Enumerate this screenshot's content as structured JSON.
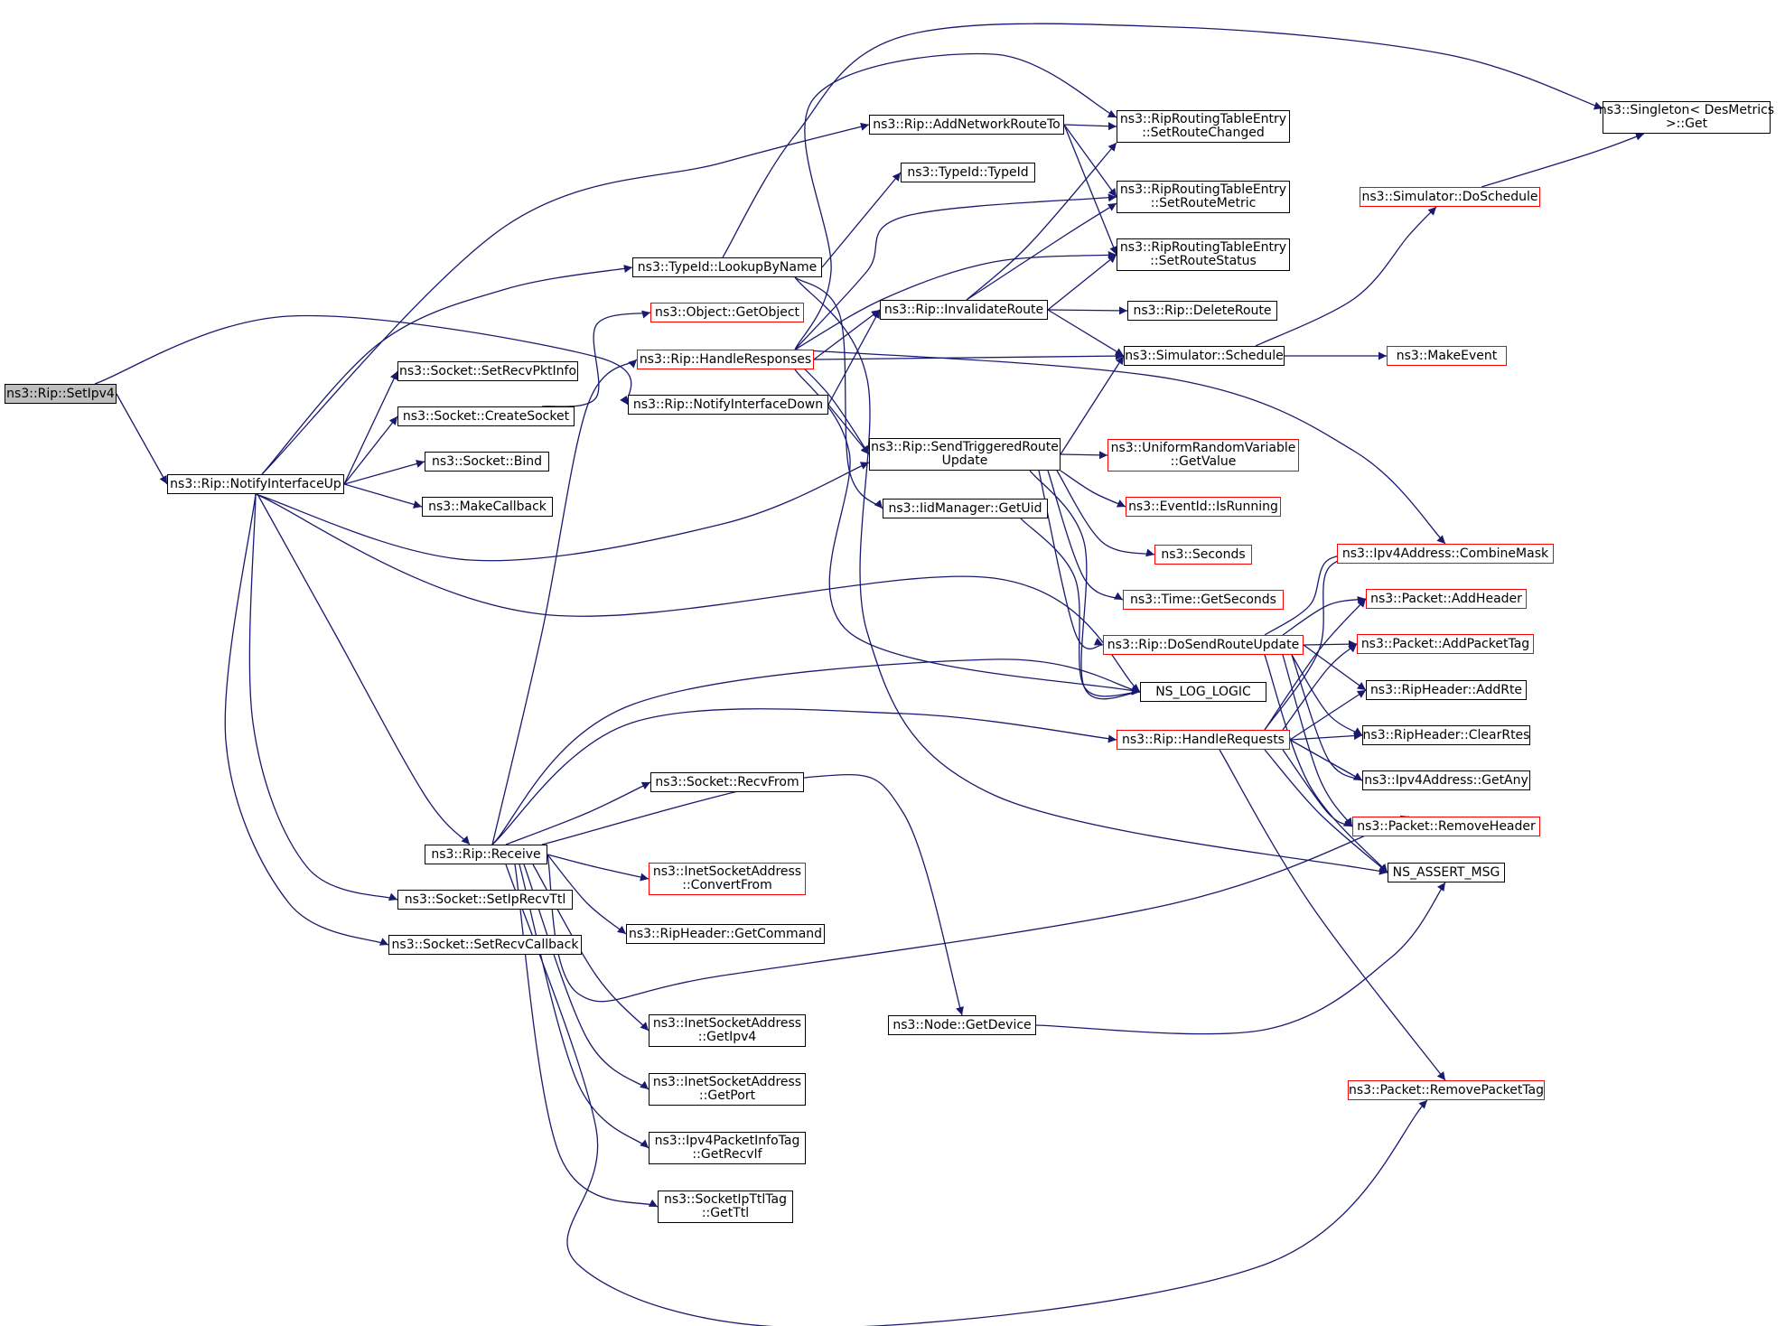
{
  "diagram": {
    "colors": {
      "edge": "#191970",
      "node_border": "#000000",
      "node_border_incomplete": "#ff0000",
      "root_fill": "#bfbfbf"
    },
    "nodes": {
      "setipv4": {
        "lines": [
          "ns3::Rip::SetIpv4"
        ],
        "border": "black",
        "root": true
      },
      "notifyup": {
        "lines": [
          "ns3::Rip::NotifyInterfaceUp"
        ],
        "border": "black"
      },
      "notifydown": {
        "lines": [
          "ns3::Rip::NotifyInterfaceDown"
        ],
        "border": "black"
      },
      "addnet": {
        "lines": [
          "ns3::Rip::AddNetworkRouteTo"
        ],
        "border": "black"
      },
      "typeid": {
        "lines": [
          "ns3::TypeId::TypeId"
        ],
        "border": "black"
      },
      "lookup": {
        "lines": [
          "ns3::TypeId::LookupByName"
        ],
        "border": "black"
      },
      "getobject": {
        "lines": [
          "ns3::Object::GetObject"
        ],
        "border": "red"
      },
      "handleresp": {
        "lines": [
          "ns3::Rip::HandleResponses"
        ],
        "border": "red"
      },
      "setrecvpkt": {
        "lines": [
          "ns3::Socket::SetRecvPktInfo"
        ],
        "border": "black"
      },
      "createsock": {
        "lines": [
          "ns3::Socket::CreateSocket"
        ],
        "border": "black"
      },
      "bind": {
        "lines": [
          "ns3::Socket::Bind"
        ],
        "border": "black"
      },
      "makecb": {
        "lines": [
          "ns3::MakeCallback"
        ],
        "border": "black"
      },
      "invalidate": {
        "lines": [
          "ns3::Rip::InvalidateRoute"
        ],
        "border": "black"
      },
      "sendtrig": {
        "lines": [
          "ns3::Rip::SendTriggeredRoute",
          "Update"
        ],
        "border": "black"
      },
      "iidget": {
        "lines": [
          "ns3::IidManager::GetUid"
        ],
        "border": "black"
      },
      "setchanged": {
        "lines": [
          "ns3::RipRoutingTableEntry",
          "::SetRouteChanged"
        ],
        "border": "black"
      },
      "setmetric": {
        "lines": [
          "ns3::RipRoutingTableEntry",
          "::SetRouteMetric"
        ],
        "border": "black"
      },
      "setstatus": {
        "lines": [
          "ns3::RipRoutingTableEntry",
          "::SetRouteStatus"
        ],
        "border": "black"
      },
      "deleteroute": {
        "lines": [
          "ns3::Rip::DeleteRoute"
        ],
        "border": "black"
      },
      "schedule": {
        "lines": [
          "ns3::Simulator::Schedule"
        ],
        "border": "black"
      },
      "uniform": {
        "lines": [
          "ns3::UniformRandomVariable",
          "::GetValue"
        ],
        "border": "red"
      },
      "isrunning": {
        "lines": [
          "ns3::EventId::IsRunning"
        ],
        "border": "red"
      },
      "seconds": {
        "lines": [
          "ns3::Seconds"
        ],
        "border": "red"
      },
      "getseconds": {
        "lines": [
          "ns3::Time::GetSeconds"
        ],
        "border": "red"
      },
      "dosend": {
        "lines": [
          "ns3::Rip::DoSendRouteUpdate"
        ],
        "border": "red"
      },
      "nslog": {
        "lines": [
          "NS_LOG_LOGIC"
        ],
        "border": "black"
      },
      "handlereq": {
        "lines": [
          "ns3::Rip::HandleRequests"
        ],
        "border": "red"
      },
      "singleton": {
        "lines": [
          "ns3::Singleton< DesMetrics",
          ">::Get"
        ],
        "border": "black"
      },
      "doschedule": {
        "lines": [
          "ns3::Simulator::DoSchedule"
        ],
        "border": "red"
      },
      "makeevent": {
        "lines": [
          "ns3::MakeEvent"
        ],
        "border": "red"
      },
      "combinemask": {
        "lines": [
          "ns3::Ipv4Address::CombineMask"
        ],
        "border": "red"
      },
      "addheader": {
        "lines": [
          "ns3::Packet::AddHeader"
        ],
        "border": "red"
      },
      "addpackettag": {
        "lines": [
          "ns3::Packet::AddPacketTag"
        ],
        "border": "red"
      },
      "addrte": {
        "lines": [
          "ns3::RipHeader::AddRte"
        ],
        "border": "black"
      },
      "clearrtes": {
        "lines": [
          "ns3::RipHeader::ClearRtes"
        ],
        "border": "black"
      },
      "getany": {
        "lines": [
          "ns3::Ipv4Address::GetAny"
        ],
        "border": "black"
      },
      "removeheader": {
        "lines": [
          "ns3::Packet::RemoveHeader"
        ],
        "border": "red"
      },
      "nsassert": {
        "lines": [
          "NS_ASSERT_MSG"
        ],
        "border": "black"
      },
      "removepackettag": {
        "lines": [
          "ns3::Packet::RemovePacketTag"
        ],
        "border": "red"
      },
      "receive": {
        "lines": [
          "ns3::Rip::Receive"
        ],
        "border": "black"
      },
      "setiprecvttl": {
        "lines": [
          "ns3::Socket::SetIpRecvTtl"
        ],
        "border": "black"
      },
      "setrecvcb": {
        "lines": [
          "ns3::Socket::SetRecvCallback"
        ],
        "border": "black"
      },
      "recvfrom": {
        "lines": [
          "ns3::Socket::RecvFrom"
        ],
        "border": "black"
      },
      "convertfrom": {
        "lines": [
          "ns3::InetSocketAddress",
          "::ConvertFrom"
        ],
        "border": "red"
      },
      "getcommand": {
        "lines": [
          "ns3::RipHeader::GetCommand"
        ],
        "border": "black"
      },
      "inetgetipv4": {
        "lines": [
          "ns3::InetSocketAddress",
          "::GetIpv4"
        ],
        "border": "black"
      },
      "inetgetport": {
        "lines": [
          "ns3::InetSocketAddress",
          "::GetPort"
        ],
        "border": "black"
      },
      "getrecvif": {
        "lines": [
          "ns3::Ipv4PacketInfoTag",
          "::GetRecvIf"
        ],
        "border": "black"
      },
      "getttl": {
        "lines": [
          "ns3::SocketIpTtlTag",
          "::GetTtl"
        ],
        "border": "black"
      },
      "getdevice": {
        "lines": [
          "ns3::Node::GetDevice"
        ],
        "border": "black"
      }
    },
    "edges": [
      [
        "setipv4",
        "notifyup"
      ],
      [
        "setipv4",
        "notifydown"
      ],
      [
        "notifyup",
        "addnet"
      ],
      [
        "notifyup",
        "lookup"
      ],
      [
        "notifyup",
        "setrecvpkt"
      ],
      [
        "notifyup",
        "createsock"
      ],
      [
        "notifyup",
        "bind"
      ],
      [
        "notifyup",
        "makecb"
      ],
      [
        "notifyup",
        "sendtrig"
      ],
      [
        "notifyup",
        "nslog"
      ],
      [
        "notifyup",
        "receive"
      ],
      [
        "notifyup",
        "setiprecvttl"
      ],
      [
        "notifyup",
        "setrecvcb"
      ],
      [
        "createsock",
        "getobject"
      ],
      [
        "notifydown",
        "invalidate"
      ],
      [
        "notifydown",
        "sendtrig"
      ],
      [
        "addnet",
        "setchanged"
      ],
      [
        "addnet",
        "setmetric"
      ],
      [
        "addnet",
        "setstatus"
      ],
      [
        "lookup",
        "typeid"
      ],
      [
        "lookup",
        "singleton"
      ],
      [
        "lookup",
        "iidget"
      ],
      [
        "lookup",
        "nsassert"
      ],
      [
        "handleresp",
        "setchanged"
      ],
      [
        "handleresp",
        "setmetric"
      ],
      [
        "handleresp",
        "setstatus"
      ],
      [
        "handleresp",
        "invalidate"
      ],
      [
        "handleresp",
        "schedule"
      ],
      [
        "handleresp",
        "sendtrig"
      ],
      [
        "handleresp",
        "combinemask"
      ],
      [
        "handleresp",
        "nslog"
      ],
      [
        "invalidate",
        "setchanged"
      ],
      [
        "invalidate",
        "setmetric"
      ],
      [
        "invalidate",
        "setstatus"
      ],
      [
        "invalidate",
        "deleteroute"
      ],
      [
        "invalidate",
        "schedule"
      ],
      [
        "sendtrig",
        "schedule"
      ],
      [
        "sendtrig",
        "uniform"
      ],
      [
        "sendtrig",
        "isrunning"
      ],
      [
        "sendtrig",
        "seconds"
      ],
      [
        "sendtrig",
        "getseconds"
      ],
      [
        "sendtrig",
        "dosend"
      ],
      [
        "sendtrig",
        "nslog"
      ],
      [
        "iidget",
        "nslog"
      ],
      [
        "schedule",
        "doschedule"
      ],
      [
        "schedule",
        "makeevent"
      ],
      [
        "doschedule",
        "singleton"
      ],
      [
        "dosend",
        "combinemask"
      ],
      [
        "dosend",
        "addheader"
      ],
      [
        "dosend",
        "addpackettag"
      ],
      [
        "dosend",
        "addrte"
      ],
      [
        "dosend",
        "clearrtes"
      ],
      [
        "dosend",
        "getany"
      ],
      [
        "dosend",
        "removeheader"
      ],
      [
        "dosend",
        "nsassert"
      ],
      [
        "handlereq",
        "combinemask"
      ],
      [
        "handlereq",
        "addheader"
      ],
      [
        "handlereq",
        "addpackettag"
      ],
      [
        "handlereq",
        "addrte"
      ],
      [
        "handlereq",
        "clearrtes"
      ],
      [
        "handlereq",
        "getany"
      ],
      [
        "handlereq",
        "removeheader"
      ],
      [
        "handlereq",
        "nsassert"
      ],
      [
        "handlereq",
        "removepackettag"
      ],
      [
        "receive",
        "handleresp"
      ],
      [
        "receive",
        "nslog"
      ],
      [
        "receive",
        "handlereq"
      ],
      [
        "receive",
        "recvfrom"
      ],
      [
        "receive",
        "convertfrom"
      ],
      [
        "receive",
        "getcommand"
      ],
      [
        "receive",
        "inetgetipv4"
      ],
      [
        "receive",
        "inetgetport"
      ],
      [
        "receive",
        "getrecvif"
      ],
      [
        "receive",
        "getttl"
      ],
      [
        "receive",
        "getdevice"
      ],
      [
        "receive",
        "removeheader"
      ],
      [
        "receive",
        "removepackettag"
      ],
      [
        "getdevice",
        "nsassert"
      ]
    ]
  }
}
